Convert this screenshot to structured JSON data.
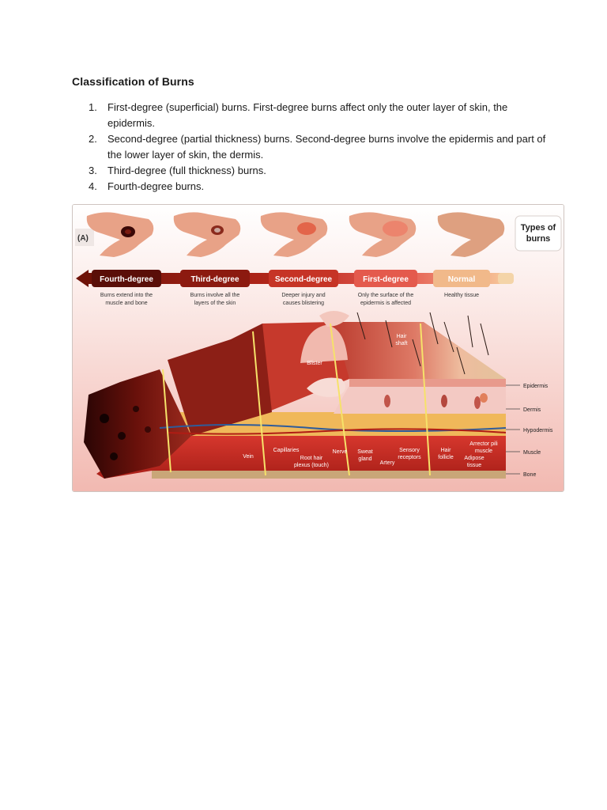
{
  "document": {
    "title": "Classification of Burns",
    "items": [
      {
        "num": "1.",
        "text": "First-degree (superficial) burns. First-degree burns affect only the outer layer of skin, the epidermis."
      },
      {
        "num": "2.",
        "text": "Second-degree (partial thickness) burns. Second-degree burns involve the epidermis and part of the lower layer of skin, the dermis."
      },
      {
        "num": "3.",
        "text": "Third-degree (full thickness) burns."
      },
      {
        "num": "4.",
        "text": "Fourth-degree burns."
      }
    ]
  },
  "figure": {
    "panel_label": "(A)",
    "types_label_line1": "Types of",
    "types_label_line2": "burns",
    "degrees": [
      {
        "label": "Fourth-degree",
        "desc1": "Burns extend into the",
        "desc2": "muscle and bone"
      },
      {
        "label": "Third-degree",
        "desc1": "Burns involve all the",
        "desc2": "layers of the skin"
      },
      {
        "label": "Second-degree",
        "desc1": "Deeper injury and",
        "desc2": "causes blistering"
      },
      {
        "label": "First-degree",
        "desc1": "Only the surface of the",
        "desc2": "epidermis is affected"
      },
      {
        "label": "Normal",
        "desc1": "Healthy tissue",
        "desc2": ""
      }
    ],
    "layers": {
      "epidermis": "Epidermis",
      "dermis": "Dermis",
      "hypodermis": "Hypodermis",
      "muscle": "Muscle",
      "bone": "Bone"
    },
    "structures": {
      "hair_shaft_1": "Hair",
      "hair_shaft_2": "shaft",
      "blister": "Blister",
      "vein": "Vein",
      "capillaries": "Capillaries",
      "root_hair_1": "Root hair",
      "root_hair_2": "plexus (touch)",
      "nerve": "Nerve",
      "sweat_gland_1": "Sweat",
      "sweat_gland_2": "gland",
      "artery": "Artery",
      "sensory_1": "Sensory",
      "sensory_2": "receptors",
      "hair_follicle_1": "Hair",
      "hair_follicle_2": "follicle",
      "arrector_1": "Arrector pili",
      "arrector_2": "muscle",
      "adipose_1": "Adipose",
      "adipose_2": "tissue"
    }
  }
}
